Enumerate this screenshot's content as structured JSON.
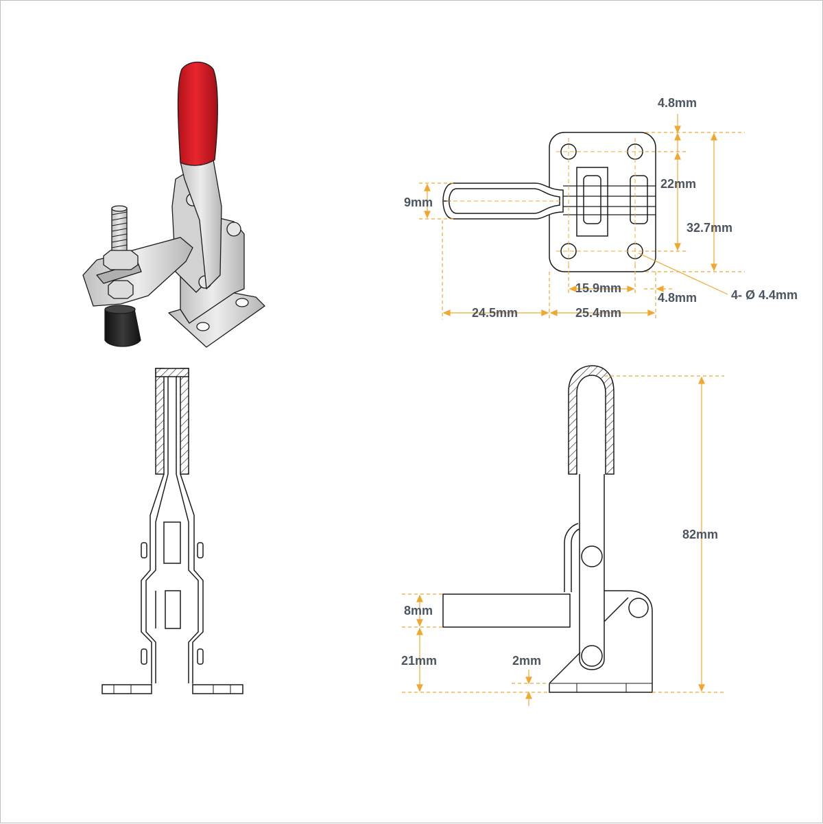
{
  "colors": {
    "dimension": "#f0a830",
    "label": "#4a5560",
    "line": "#1a1a1a",
    "handle_grip": "#e31e24",
    "rubber_tip": "#222222",
    "metal": "#d9d9d9"
  },
  "dimensions": {
    "top_margin": "4.8mm",
    "hole_pitch_vertical": "22mm",
    "base_height": "32.7mm",
    "handle_width": "9mm",
    "hole_pitch_horizontal": "15.9mm",
    "side_margin": "4.8mm",
    "hole_spec": "4- Ø 4.4mm",
    "handle_reach": "24.5mm",
    "base_width": "25.4mm",
    "bar_thickness": "8mm",
    "bar_height": "21mm",
    "base_plate_thickness": "2mm",
    "overall_height": "82mm"
  }
}
